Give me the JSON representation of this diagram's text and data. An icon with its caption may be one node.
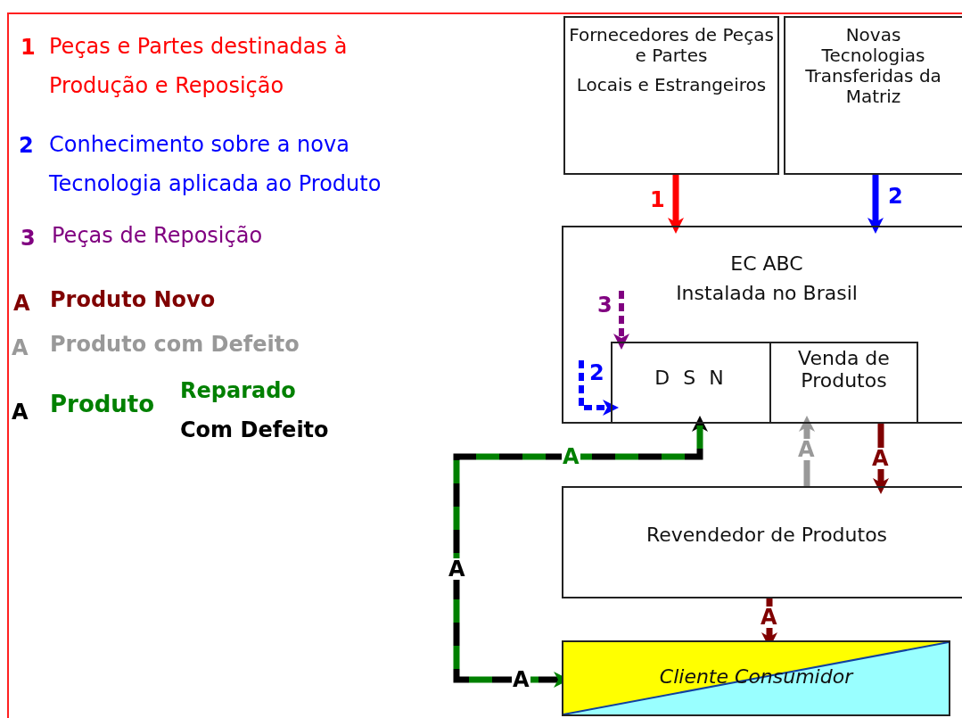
{
  "diagram": {
    "nodes": [
      {
        "text": [
          "Fornecedores de Peças e Partes",
          "Locais e Estrangeiros"
        ]
      },
      {
        "text": [
          "Novas Tecnologias Transferidas da Matriz"
        ]
      },
      {
        "text": [
          "EC ABC",
          "Instalada no Brasil"
        ]
      },
      {
        "text": [
          "D S N"
        ],
        "in": 2
      },
      {
        "text": [
          "Venda de Produtos"
        ],
        "in": 2
      },
      {
        "text": [
          "Revendedor de Produtos"
        ]
      },
      {
        "text": [
          "Cliente Consumidor"
        ]
      }
    ],
    "edges": [
      {
        "from": 0,
        "to": 2,
        "arrow": "to",
        "label": "1",
        "color": "#ff0000"
      },
      {
        "from": 1,
        "to": 2,
        "arrow": "to",
        "label": "2",
        "color": "#0000ff"
      },
      {
        "from": null,
        "to": 3,
        "arrow": "to",
        "label": "3",
        "style": "dashed",
        "color": "#800080"
      },
      {
        "from": null,
        "to": 3,
        "arrow": "to",
        "label": "2",
        "style": "dashed",
        "color": "#0000ff"
      },
      {
        "from": 5,
        "to": 4,
        "arrow": "to",
        "label": "A",
        "color": "#999999"
      },
      {
        "from": 4,
        "to": 5,
        "arrow": "to",
        "label": "A",
        "color": "#800000"
      },
      {
        "from": 5,
        "to": 6,
        "arrow": "to",
        "label": "A",
        "color": "#800000"
      },
      {
        "from": 6,
        "to": 3,
        "arrow": "to",
        "label": "A",
        "style": "dashed",
        "color": "#000000"
      },
      {
        "from": 3,
        "to": 6,
        "arrow": "to",
        "label": "A",
        "style": "dashed",
        "color": "#008000"
      }
    ],
    "labels": [
      "1",
      "2",
      "3",
      "A",
      "A",
      "A",
      "Produto",
      "A"
    ],
    "legend": [
      {
        "text": "Peças e Partes destinadas à Produção e Reposição",
        "color": "#ff0000"
      },
      {
        "text": "Conhecimento sobre a nova Tecnologia aplicada ao Produto",
        "color": "#0000ff"
      },
      {
        "text": "Peças de Reposição",
        "color": "#800080"
      },
      {
        "text": "Produto Novo",
        "color": "#800000"
      },
      {
        "text": "Produto com Defeito",
        "color": "#999999"
      },
      {
        "text": "Reparado",
        "color": "#008000"
      },
      {
        "text": "Com Defeito",
        "color": "#000000"
      }
    ]
  }
}
